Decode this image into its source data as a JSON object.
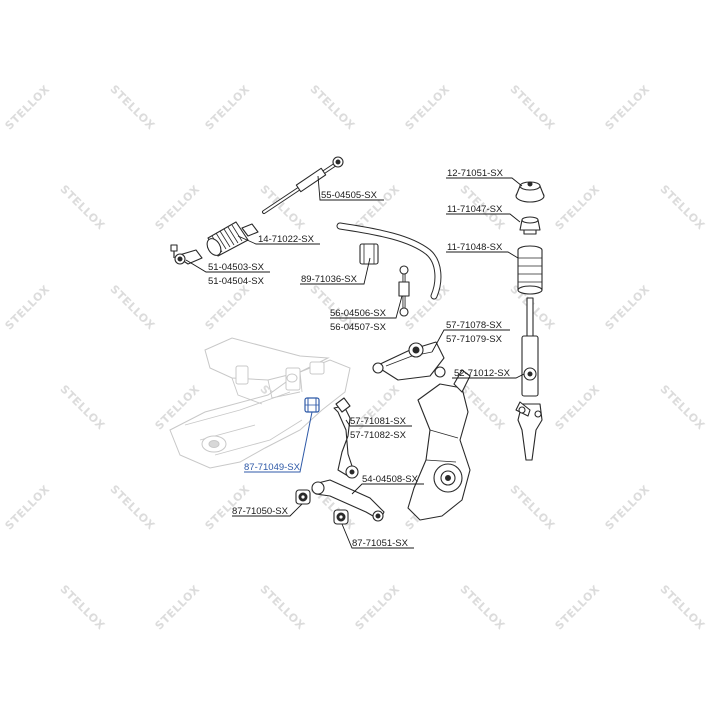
{
  "watermark": {
    "text": "STELLOX"
  },
  "parts": {
    "p55_04505": "55-04505-SX",
    "p14_71022": "14-71022-SX",
    "p51_04503": "51-04503-SX",
    "p51_04504": "51-04504-SX",
    "p89_71036": "89-71036-SX",
    "p56_04506": "56-04506-SX",
    "p56_04507": "56-04507-SX",
    "p12_71051": "12-71051-SX",
    "p11_71047": "11-71047-SX",
    "p11_71048": "11-71048-SX",
    "p57_71078": "57-71078-SX",
    "p57_71079": "57-71079-SX",
    "p52_71012": "52-71012-SX",
    "p57_71081": "57-71081-SX",
    "p57_71082": "57-71082-SX",
    "p87_71049": "87-71049-SX",
    "p54_04508": "54-04508-SX",
    "p87_71050": "87-71050-SX",
    "p87_71051": "87-71051-SX"
  },
  "colors": {
    "highlight": "#2f5aa8",
    "ink": "#1a1a1a",
    "watermark": "#dcdcdc"
  }
}
